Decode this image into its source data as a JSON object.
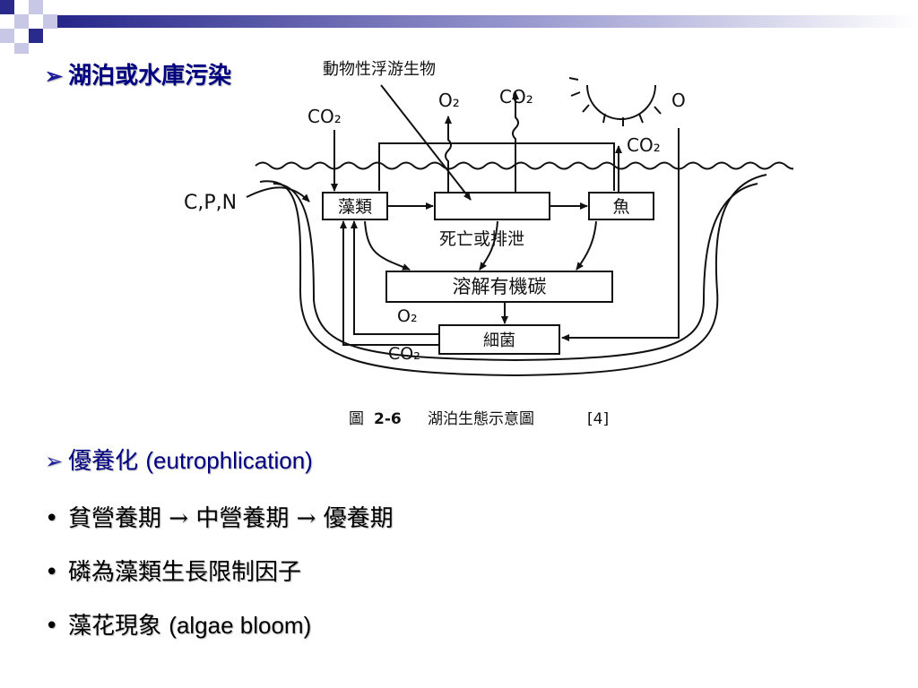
{
  "slide": {
    "heading": "湖泊或水庫污染",
    "section2_label": "優養化",
    "section2_term": "(eutrophlication)",
    "bullets": [
      {
        "text": "貧營養期 → 中營養期 → 優養期"
      },
      {
        "text": "磷為藻類生長限制因子"
      },
      {
        "text": "藻花現象",
        "term": "(algae bloom)"
      }
    ]
  },
  "diagram": {
    "caption_prefix": "圖",
    "caption_number": "2-6",
    "caption_title": "湖泊生態示意圖",
    "caption_ref": "[4]",
    "zooplankton_label": "動物性浮游生物",
    "nutrients_label": "C,P,N",
    "boxes": {
      "algae": "藻類",
      "zooplankton": "",
      "fish": "魚",
      "dissolved_carbon": "溶解有機碳",
      "bacteria": "細菌"
    },
    "death_label": "死亡或排泄",
    "gas_labels": {
      "co2_left": "CO₂",
      "o2_top": "O₂",
      "co2_top": "CO₂",
      "co2_right": "CO₂",
      "o_sun": "O",
      "o2_bottom": "O₂",
      "co2_bottom": "CO₂"
    }
  },
  "colors": {
    "heading": "#000080",
    "corner_dark": "#2a2a8c",
    "corner_light": "#c8c8e6",
    "top_bar": "#26268a"
  }
}
